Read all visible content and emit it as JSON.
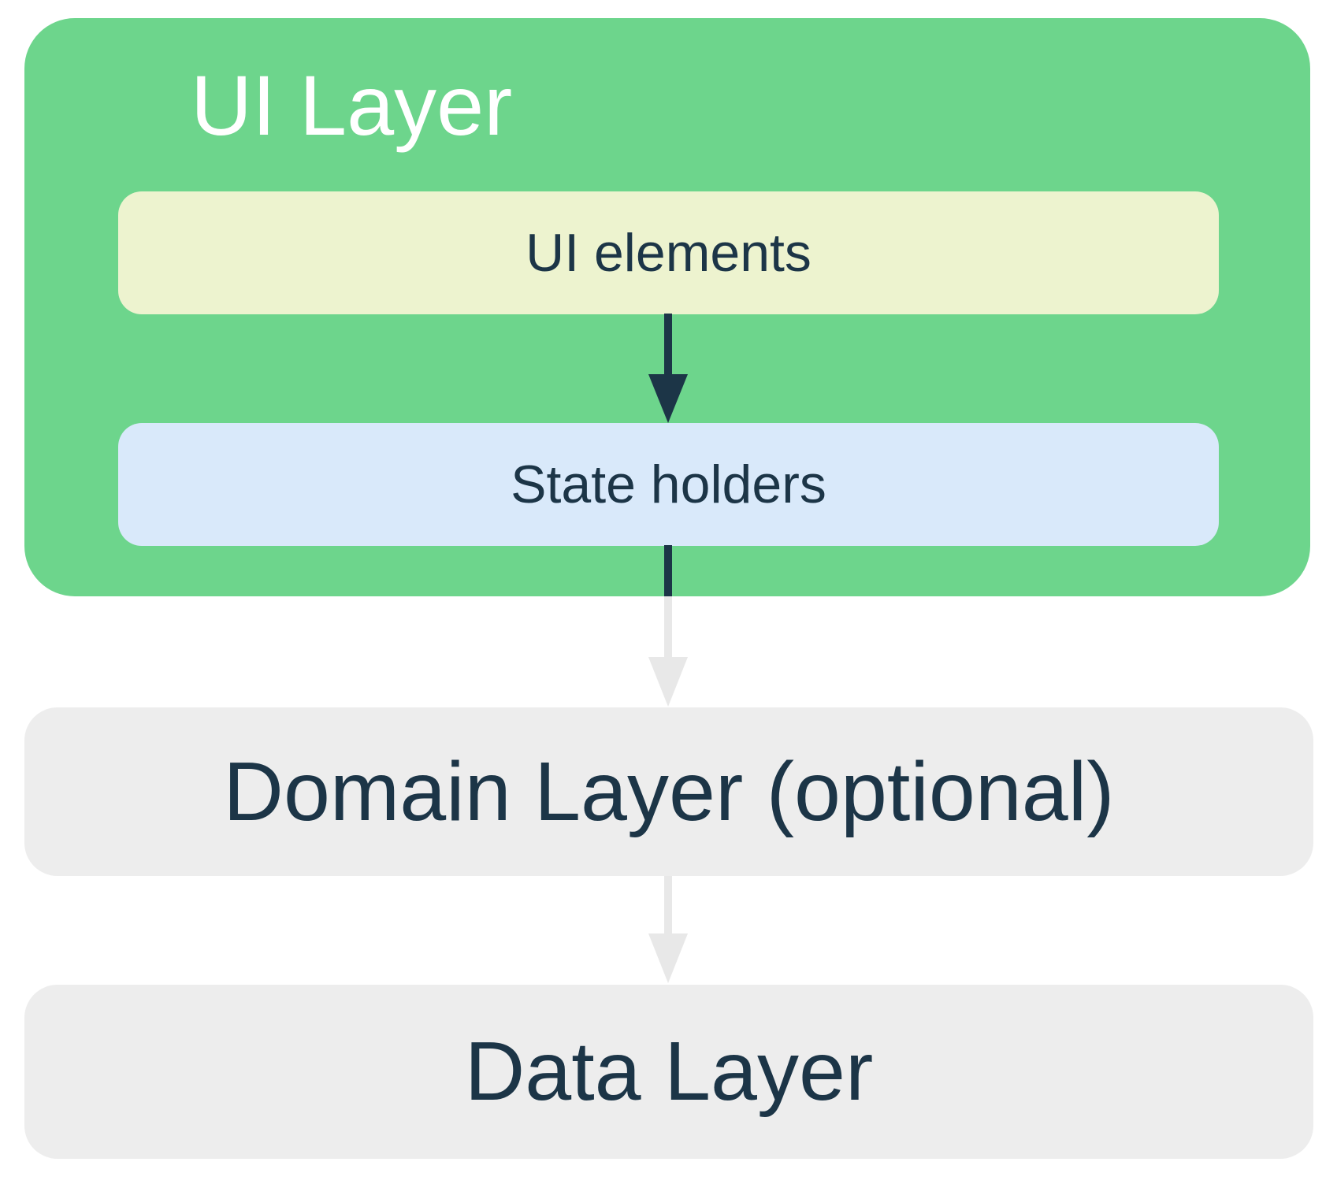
{
  "colors": {
    "green": "#6DD58C",
    "yellow": "#EDF3CF",
    "blue": "#D9E9FA",
    "gray": "#EDEDED",
    "navy": "#1C3547",
    "arrow_gray": "#E8E8E8",
    "white": "#FFFFFF"
  },
  "diagram": {
    "ui_layer": {
      "title": "UI Layer",
      "fill": "#6DD58C",
      "title_color": "#FFFFFF"
    },
    "ui_elements_box": {
      "label": "UI elements",
      "fill": "#EDF3CF",
      "text_color": "#1C3547"
    },
    "state_holders_box": {
      "label": "State holders",
      "fill": "#D9E9FA",
      "text_color": "#1C3547"
    },
    "domain_layer_box": {
      "label": "Domain Layer (optional)",
      "fill": "#EDEDED",
      "text_color": "#1C3547"
    },
    "data_layer_box": {
      "label": "Data Layer",
      "fill": "#EDEDED",
      "text_color": "#1C3547"
    },
    "arrows": {
      "ui_elements_to_state_holders": {
        "direction": "down",
        "color": "#1C3547"
      },
      "state_holders_to_domain_layer": {
        "direction": "down",
        "start_color": "#1C3547",
        "end_color": "#E8E8E8"
      },
      "domain_layer_to_data_layer": {
        "direction": "down",
        "color": "#E8E8E8"
      }
    }
  }
}
